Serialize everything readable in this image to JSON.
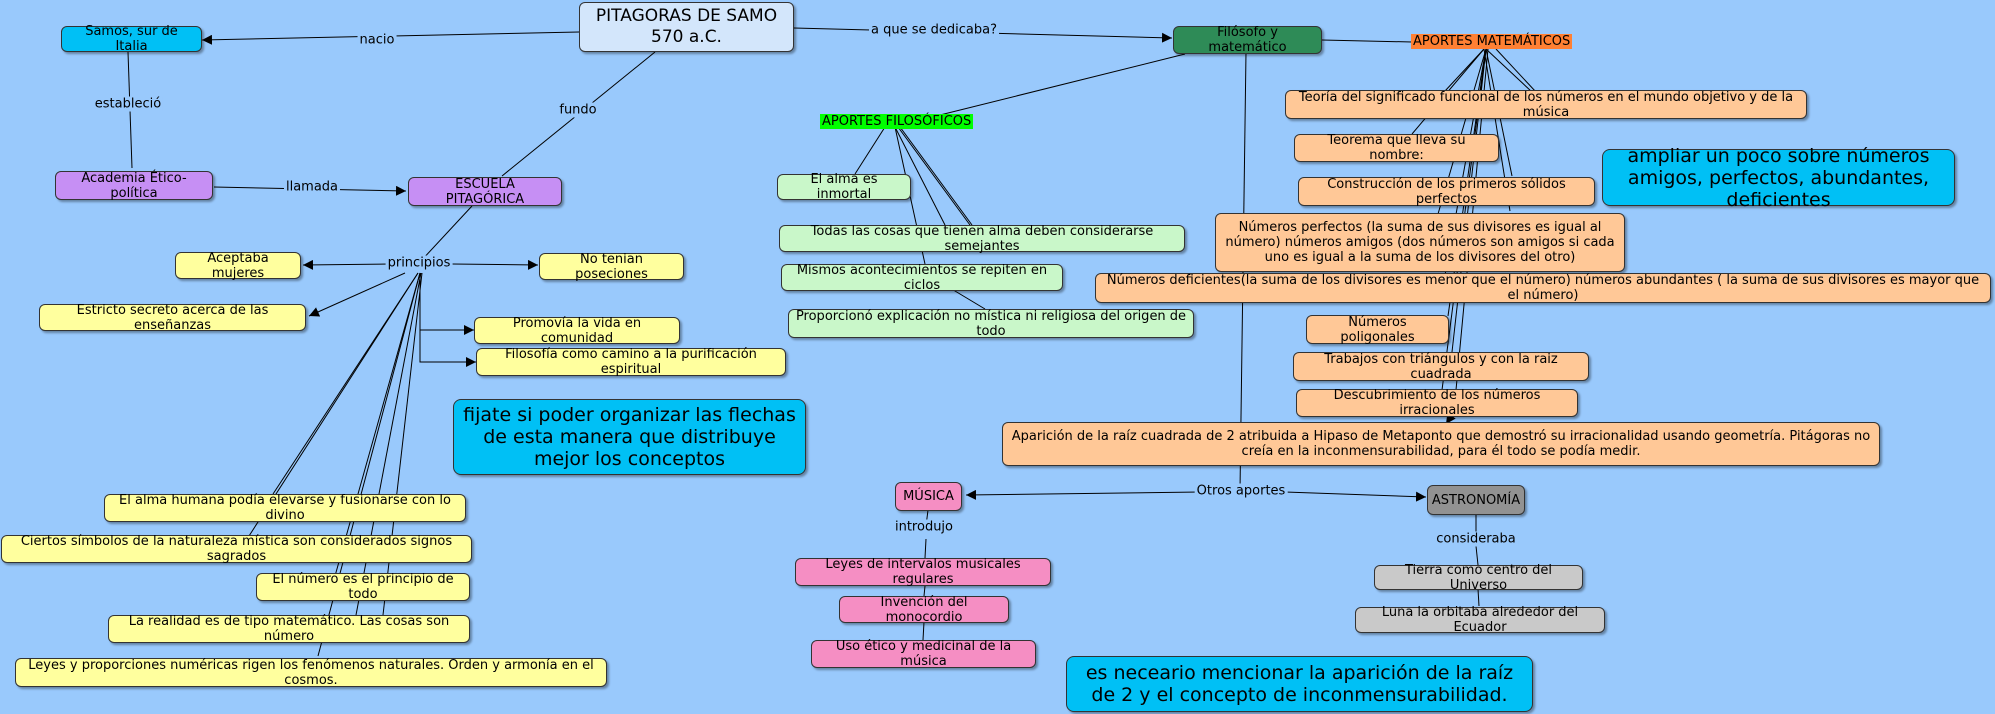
{
  "colors": {
    "background": "#99c9fc",
    "cyan": "#00c0f5",
    "green": "#2e8b57",
    "purple": "#c68ff4",
    "yellow": "#ffff9e",
    "mint": "#c9f7c9",
    "peach": "#ffc897",
    "pink": "#f58ec3",
    "grey": "#929292",
    "orange_highlight": "#ff8033",
    "green_highlight": "#00ff00"
  },
  "main": {
    "title_line1": "PITAGORAS DE SAMO",
    "title_line2": "570 a.C."
  },
  "nodes": {
    "samos": "Samos, sur de Italia",
    "academia": "Academia Ético-política",
    "escuela": "ESCUELA PITAGÓRICA",
    "filosofo": "Filósofo y matemático",
    "aportes_mat": "APORTES MATEMÁTICOS",
    "aportes_fil": "APORTES FILOSÓFICOS",
    "mujeres": "Aceptaba mujeres",
    "no_posesiones": "No tenian poseciones",
    "secreto": "Estricto secreto acerca de las enseñanzas",
    "comunidad": "Promovía la vida en comunidad",
    "filosofia_camino": "Filosofía como camino a la purificación espiritual",
    "alma_divino": "El alma humana podía elevarse y fusionarse con lo divino",
    "simbolos": "Ciertos símbolos de la naturaleza mística son considerados signos sagrados",
    "numero_principio": "El número es el principio de todo",
    "realidad": "La realidad es de tipo matemático. Las cosas son número",
    "leyes_proporciones": "Leyes y proporciones numéricas rigen los fenómenos naturales. Orden y armonía en el cosmos.",
    "alma_inmortal": "El alma es inmortal",
    "cosas_alma": "Todas las cosas que tienen alma deben considerarse semejantes",
    "ciclos": "Mismos acontecimientos se repiten en ciclos",
    "explicacion": "Proporcionó explicación no mística ni religiosa del origen de todo",
    "teoria": "Teoría del significado funcional de los números en el mundo objetivo y de la música",
    "teorema": "Teorema que lleva su nombre:",
    "solidos": "Construcción de los primeros sólidos perfectos",
    "perfectos": "Números perfectos (la suma de sus divisores es igual al número) números amigos (dos números son amigos si cada uno es igual a la suma de los divisores del otro)",
    "deficientes": "Números deficientes(la suma de los divisores es menor que el número) números abundantes ( la suma de sus divisores es mayor que el número)",
    "poligonales": "Números poligonales",
    "triangulos": "Trabajos con triángulos y con la raiz cuadrada",
    "irracionales": "Descubrimiento de los números irracionales",
    "raiz2": "Aparición de la raíz cuadrada de 2 atribuida a Hipaso de Metaponto que demostró su irracionalidad usando geometría. Pitágoras no creía en la inconmensurabilidad, para él todo se podía medir.",
    "musica": "MÚSICA",
    "astronomia": "ASTRONOMÍA",
    "intervalos": "Leyes de intervalos musicales regulares",
    "monocordio": "Invención del monocordio",
    "uso_etico": "Uso ético y medicinal de la música",
    "tierra": "Tierra como centro del Universo",
    "luna": "Luna la orbitaba alrededor del Ecuador"
  },
  "notes": {
    "flechas": "fijate si poder organizar las flechas de esta manera que distribuye mejor los conceptos",
    "amigos": "ampliar un poco sobre números amigos, perfectos, abundantes, deficientes",
    "raiz": "es neceario mencionar la aparición de la raíz de 2 y el concepto de inconmensurabilidad."
  },
  "links": {
    "nacio": "nacio",
    "dedicaba": "a que se dedicaba?",
    "fundo": "fundo",
    "establecio": "estableció",
    "llamada": "llamada",
    "principios": "principios",
    "otros": "Otros aportes",
    "introdujo": "introdujo",
    "consideraba": "consideraba"
  }
}
